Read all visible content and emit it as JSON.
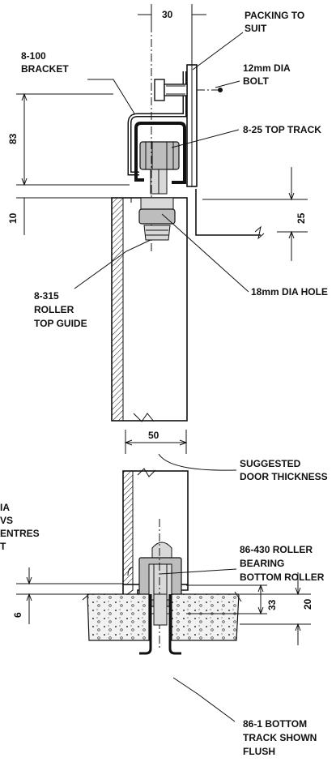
{
  "labels": {
    "packing": [
      "PACKING TO",
      "SUIT"
    ],
    "bracket": [
      "8-100",
      "BRACKET"
    ],
    "bolt": [
      "12mm DIA",
      "BOLT"
    ],
    "top_track": "8-25 TOP TRACK",
    "hole": "18mm DIA HOLE",
    "top_guide": [
      "8-315",
      "ROLLER",
      "TOP GUIDE"
    ],
    "door_thickness": [
      "SUGGESTED",
      "DOOR THICKNESS"
    ],
    "left_cut": [
      "IA",
      "VS",
      "ENTRES",
      "T"
    ],
    "bottom_roller": [
      "86-430 ROLLER",
      "BEARING",
      "BOTTOM ROLLER"
    ],
    "bottom_track": [
      "86-1 BOTTOM",
      "TRACK SHOWN",
      "FLUSH"
    ]
  },
  "dimensions": {
    "top_width": "30",
    "bracket_height": "83",
    "gap_top": "10",
    "track_drop": "25",
    "door_width": "50",
    "roller_height": "33",
    "floor_gap": "6",
    "track_depth": "20"
  }
}
